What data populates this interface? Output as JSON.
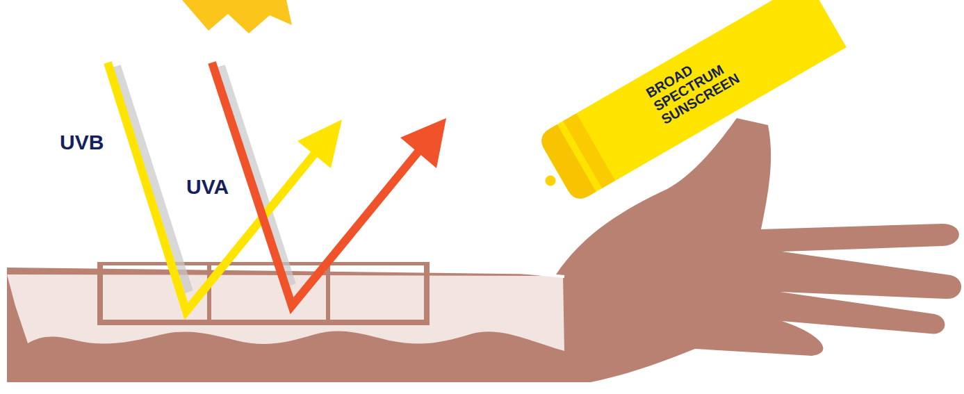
{
  "diagram": {
    "nodes": [
      {
        "text": [
          "BROAD SPECTRUM SUNSCREEN"
        ]
      }
    ],
    "labels": [
      "UVB",
      "UVA"
    ]
  }
}
